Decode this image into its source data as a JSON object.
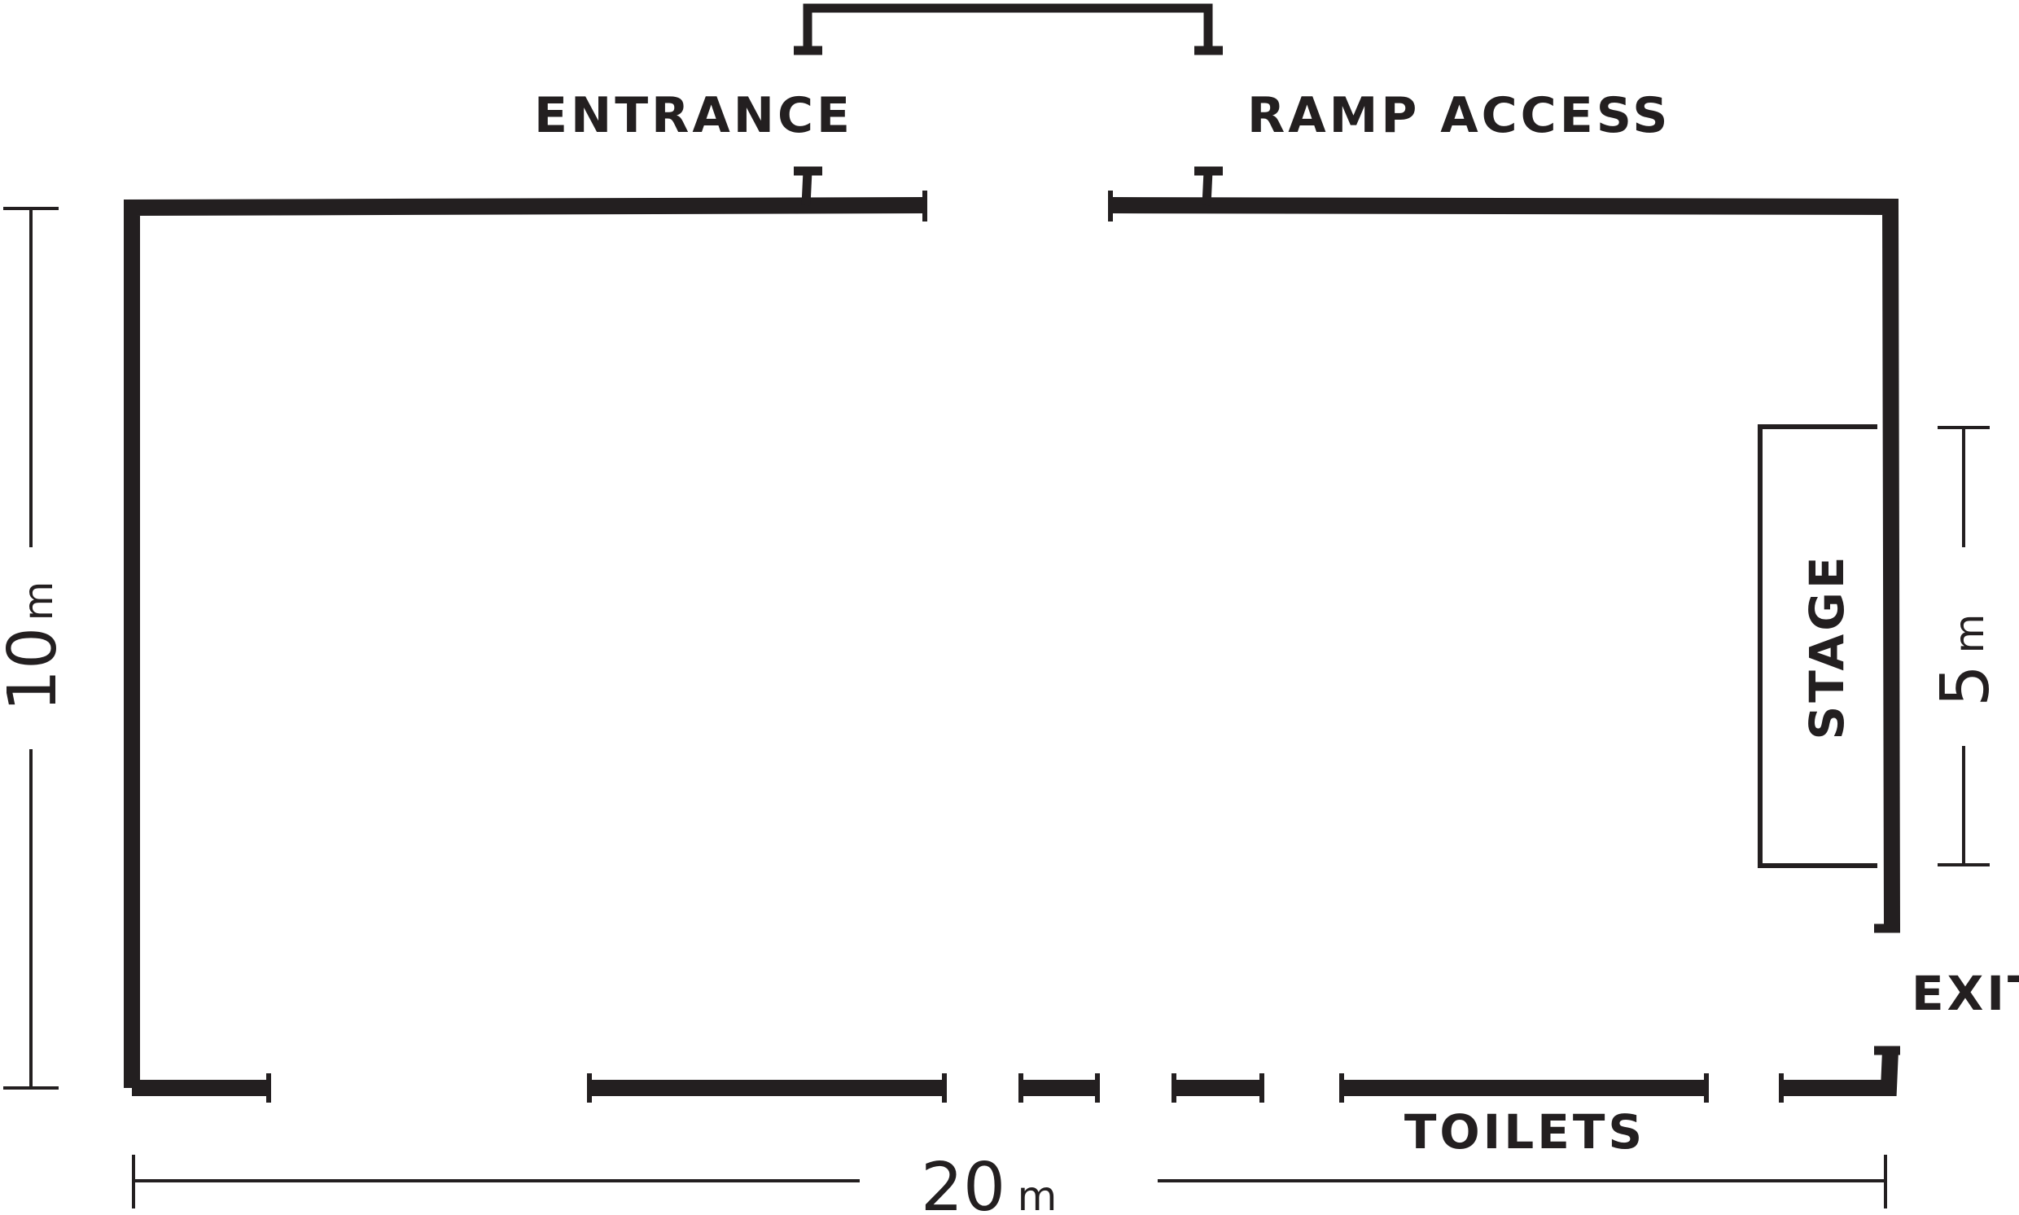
{
  "labels": {
    "entrance": "ENTRANCE",
    "ramp_access": "RAMP ACCESS",
    "stage": "STAGE",
    "exit": "EXIT",
    "toilets": "TOILETS"
  },
  "dimensions": {
    "height": {
      "value": "10",
      "unit": "m"
    },
    "width": {
      "value": "20",
      "unit": "m"
    },
    "stage": {
      "value": "5",
      "unit": "m"
    }
  },
  "colors": {
    "ink": "#231f20",
    "background": "#ffffff"
  }
}
